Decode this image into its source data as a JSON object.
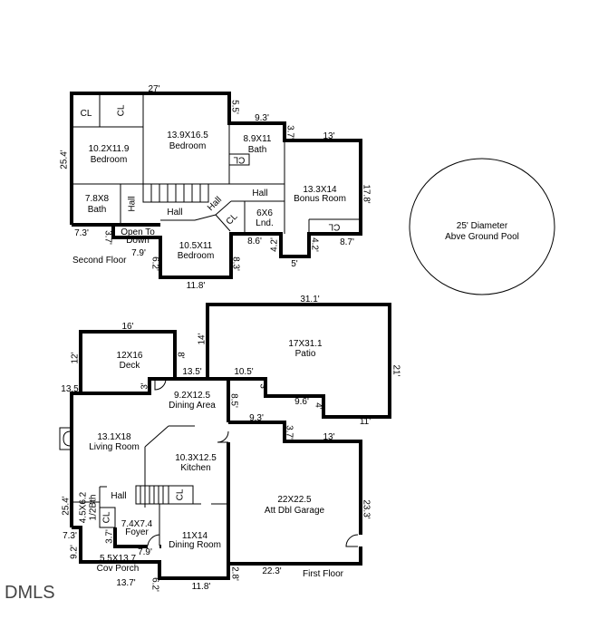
{
  "second_floor": {
    "caption": "Second Floor",
    "rooms": {
      "bedroom_nw": {
        "size": "10.2X11.9",
        "name": "Bedroom"
      },
      "bedroom_main": {
        "size": "13.9X16.5",
        "name": "Bedroom"
      },
      "bath_upper": {
        "size": "8.9X11",
        "name": "Bath"
      },
      "bonus": {
        "size": "13.3X14",
        "name": "Bonus Room"
      },
      "bath_sw": {
        "size": "7.8X8",
        "name": "Bath"
      },
      "laundry": {
        "size": "6X6",
        "name": "Lnd."
      },
      "bedroom_s": {
        "size": "10.5X11",
        "name": "Bedroom"
      },
      "open_to_down_1": "Open To",
      "open_to_down_2": "Down"
    },
    "labels": {
      "cl": "CL",
      "hall": "Hall"
    },
    "dims": {
      "top": "27'",
      "left": "25.4'",
      "d5_5": "5.5'",
      "d9_3": "9.3'",
      "d3_7a": "3.7'",
      "d13": "13'",
      "d17_8": "17.8'",
      "d8_7": "8.7'",
      "d4_2a": "4.2'",
      "d5": "5'",
      "d4_2b": "4.2'",
      "d8_6": "8.6'",
      "d8_3": "8.3'",
      "d11_8": "11.8'",
      "d6_2": "6.2'",
      "d7_9": "7.9'",
      "d3_7b": "3.7'",
      "d7_3": "7.3'"
    }
  },
  "pool": {
    "line1": "25' Diameter",
    "line2": "Abve Ground Pool"
  },
  "first_floor": {
    "caption": "First Floor",
    "rooms": {
      "deck": {
        "size": "12X16",
        "name": "Deck"
      },
      "patio": {
        "size": "17X31.1",
        "name": "Patio"
      },
      "dining_area": {
        "size": "9.2X12.5",
        "name": "Dining Area"
      },
      "living": {
        "size": "13.1X18",
        "name": "Living Room"
      },
      "kitchen": {
        "size": "10.3X12.5",
        "name": "Kitchen"
      },
      "garage": {
        "size": "22X22.5",
        "name": "Att Dbl Garage"
      },
      "half_bath": {
        "size": "4.5X6.2",
        "name": "1/2Bth"
      },
      "foyer": {
        "size": "7.4X7.4",
        "name": "Foyer"
      },
      "dining_room": {
        "size": "11X14",
        "name": "Dining Room"
      },
      "porch": {
        "size": "5.5X13.7",
        "name": "Cov Porch"
      }
    },
    "labels": {
      "cl": "CL",
      "hall": "Hall"
    },
    "dims": {
      "d16": "16'",
      "d12": "12'",
      "d8": "8'",
      "d14": "14'",
      "d31_1": "31.1'",
      "d21": "21'",
      "d11": "11'",
      "d4": "4'",
      "d9_6": "9.6'",
      "d3a": "3'",
      "d10_5": "10.5'",
      "d13_5a": "13.5'",
      "d13_5b": "13.5",
      "d3b": "3'",
      "d8_5": "8.5'",
      "d9_3": "9.3'",
      "d3_7a": "3.7'",
      "d13": "13'",
      "d23_3": "23.3'",
      "d22_3": "22.3'",
      "d2_8": "2.8'",
      "d11_8": "11.8'",
      "d6_2": "6.2'",
      "d13_7": "13.7'",
      "d9_2": "9.2'",
      "d7_3": "7.3'",
      "d3_7b": "3.7'",
      "d7_9": "7.9'",
      "d25_4": "25.4'"
    }
  },
  "watermark": "DMLS"
}
